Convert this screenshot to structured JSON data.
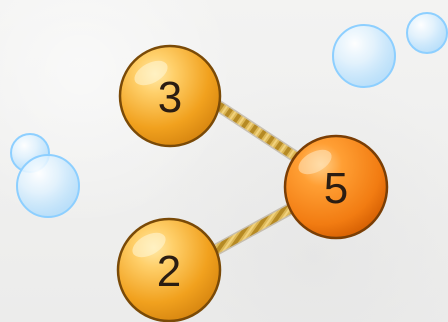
{
  "diagram": {
    "nodes": [
      {
        "id": "top-part",
        "label": "3",
        "color": "#f4ad2a",
        "role": "part"
      },
      {
        "id": "bottom-part",
        "label": "2",
        "color": "#f4ad2a",
        "role": "part"
      },
      {
        "id": "whole",
        "label": "5",
        "color": "#f27c12",
        "role": "whole"
      }
    ],
    "links": [
      {
        "from": "top-part",
        "to": "whole",
        "color": "#d8b24a"
      },
      {
        "from": "bottom-part",
        "to": "whole",
        "color": "#d8b24a"
      }
    ],
    "bubbles": [
      {
        "name": "top-right-large-bubble",
        "color": "#cfe9ff"
      },
      {
        "name": "top-right-small-bubble",
        "color": "#cfe9ff"
      },
      {
        "name": "left-small-bubble",
        "color": "#cfe9ff"
      },
      {
        "name": "left-large-bubble",
        "color": "#cfe9ff"
      }
    ]
  }
}
